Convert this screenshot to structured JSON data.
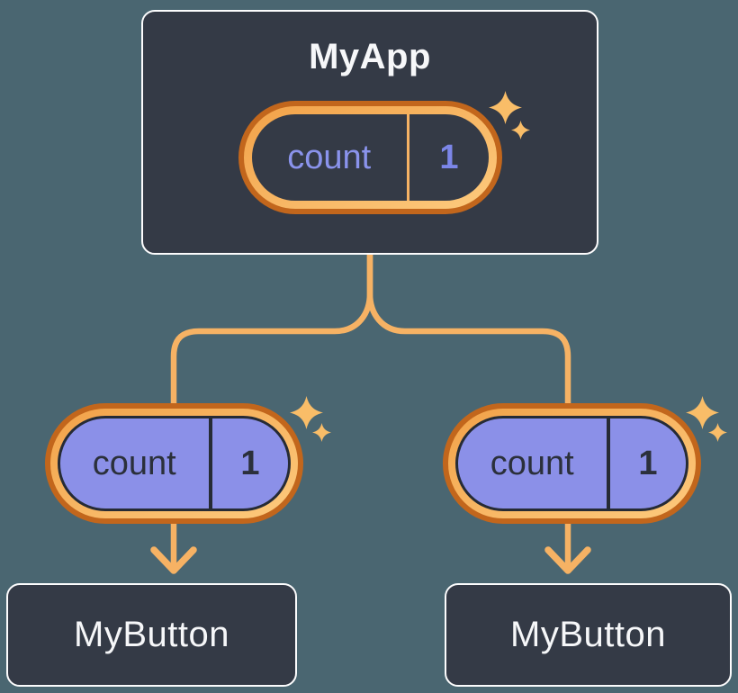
{
  "colors": {
    "background": "#4A6671",
    "card_bg": "#343A46",
    "card_border": "#FCFCFD",
    "amber": "#F6B264",
    "amber_ring_light": "#FCC678",
    "amber_ring_dark": "#F3A64E",
    "orange_ring": "#C2661C",
    "periwinkle_fill": "#8B90E8",
    "periwinkle_text": "#8A93EC",
    "periwinkle_value": "#7C86E8",
    "dark_outline": "#262B35",
    "dark_text": "#2B303B",
    "white_text": "#F6F7F9",
    "sparkle": "#F9BD68"
  },
  "diagram": {
    "root": {
      "title": "MyApp",
      "state": {
        "name": "count",
        "value": "1"
      }
    },
    "children": [
      {
        "title": "MyButton",
        "prop": {
          "name": "count",
          "value": "1"
        }
      },
      {
        "title": "MyButton",
        "prop": {
          "name": "count",
          "value": "1"
        }
      }
    ],
    "icons": {
      "sparkle_large": "sparkle-icon",
      "sparkle_small": "sparkle-icon"
    }
  }
}
